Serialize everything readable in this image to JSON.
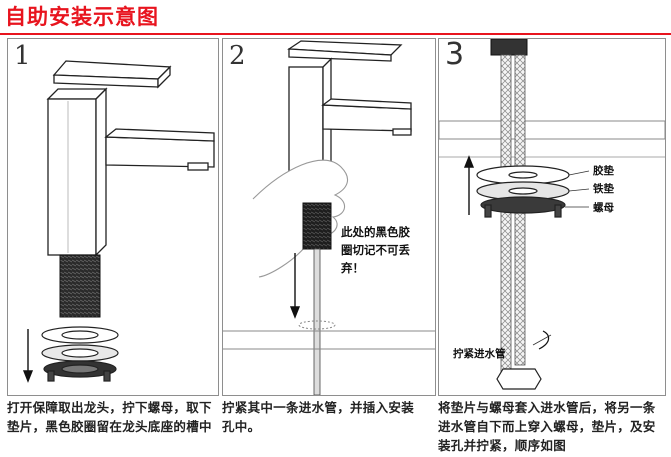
{
  "header": {
    "title": "自助安装示意图"
  },
  "panels": [
    {
      "number": "1",
      "caption": "打开保障取出龙头，拧下螺母，取下垫片，黑色胶圈留在龙头底座的槽中"
    },
    {
      "number": "2",
      "caption": "拧紧其中一条进水管，并插入安装孔中。",
      "note": "此处的黑色胶圈切记不可丢弃！"
    },
    {
      "number": "3",
      "caption": "将垫片与螺母套入进水管后，将另一条进水管自下而上穿入螺母，垫片，及安装孔并拧紧，顺序如图",
      "labels": {
        "rubber_gasket": "胶垫",
        "iron_gasket": "铁垫",
        "nut": "螺母",
        "hose": "拧紧进水管"
      }
    }
  ]
}
